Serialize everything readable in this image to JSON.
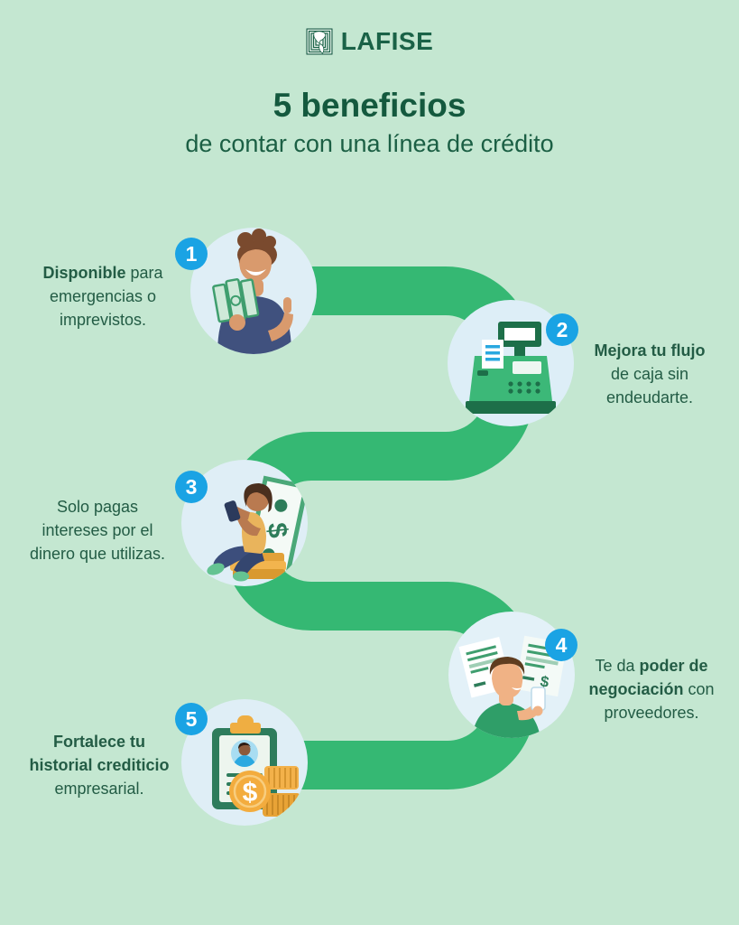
{
  "colors": {
    "background": "#c4e7d1",
    "band": "#35b873",
    "badge_blue": "#1aa3e4",
    "title_green": "#14593e",
    "text_green": "#235c45",
    "logo_green": "#1a6247",
    "circle_bg": "#dfeef6"
  },
  "logo": {
    "brand": "LAFISE",
    "icon": "lafise-americas-icon"
  },
  "header": {
    "title": "5 beneficios",
    "subtitle": "de contar con una línea de crédito"
  },
  "items": [
    {
      "number": "1",
      "illustration": "woman-holding-cash",
      "lines": [
        [
          {
            "text": "Disponible ",
            "bold": true
          },
          {
            "text": "para",
            "bold": false
          }
        ],
        [
          {
            "text": "emergencias o",
            "bold": false
          }
        ],
        [
          {
            "text": "imprevistos.",
            "bold": false
          }
        ]
      ]
    },
    {
      "number": "2",
      "illustration": "cash-register",
      "lines": [
        [
          {
            "text": "Mejora tu flujo",
            "bold": true
          }
        ],
        [
          {
            "text": "de caja sin",
            "bold": false
          }
        ],
        [
          {
            "text": "endeudarte.",
            "bold": false
          }
        ]
      ]
    },
    {
      "number": "3",
      "illustration": "woman-with-phone-and-bill",
      "lines": [
        [
          {
            "text": "Solo pagas",
            "bold": false
          }
        ],
        [
          {
            "text": "intereses por el",
            "bold": false
          }
        ],
        [
          {
            "text": "dinero que utilizas.",
            "bold": false
          }
        ]
      ]
    },
    {
      "number": "4",
      "illustration": "man-with-invoices-and-phone",
      "lines": [
        [
          {
            "text": "Te da ",
            "bold": false
          },
          {
            "text": "poder de",
            "bold": true
          }
        ],
        [
          {
            "text": "negociación",
            "bold": true
          },
          {
            "text": " con",
            "bold": false
          }
        ],
        [
          {
            "text": "proveedores.",
            "bold": false
          }
        ]
      ]
    },
    {
      "number": "5",
      "illustration": "credit-report-clipboard-with-coins",
      "lines": [
        [
          {
            "text": "Fortalece tu",
            "bold": true
          }
        ],
        [
          {
            "text": "historial crediticio",
            "bold": true
          }
        ],
        [
          {
            "text": "empresarial.",
            "bold": false
          }
        ]
      ]
    }
  ]
}
